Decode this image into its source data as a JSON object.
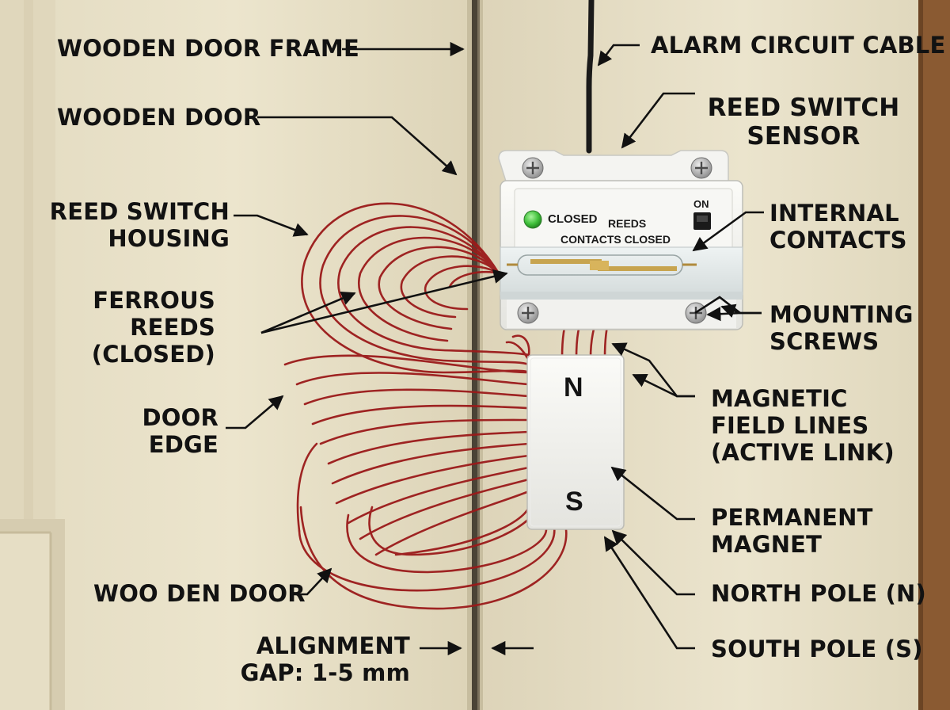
{
  "labels": {
    "door_frame": "WOODEN DOOR FRAME",
    "alarm_cable": "ALARM CIRCUIT CABLE",
    "door_top": "WOODEN DOOR",
    "sensor_line1": "REED SWITCH",
    "sensor_line2": "SENSOR",
    "housing_line1": "REED SWITCH",
    "housing_line2": "HOUSING",
    "internal_line1": "INTERNAL",
    "internal_line2": "CONTACTS",
    "reeds_line1": "FERROUS",
    "reeds_line2": "REEDS",
    "reeds_line3": "(CLOSED)",
    "screws_line1": "MOUNTING",
    "screws_line2": "SCREWS",
    "edge_line1": "DOOR",
    "edge_line2": "EDGE",
    "field_line1": "MAGNETIC",
    "field_line2": "FIELD LINES",
    "field_line3": "(ACTIVE LINK)",
    "magnet_line1": "PERMANENT",
    "magnet_line2": "MAGNET",
    "north": "NORTH POLE (N)",
    "south": "SOUTH POLE (S)",
    "door_bottom": "WOO DEN DOOR",
    "gap_line1": "ALIGNMENT",
    "gap_line2": "GAP: 1-5 mm"
  },
  "sensor_panel": {
    "status": "CLOSED",
    "reeds": "REEDS",
    "contacts": "CONTACTS CLOSED",
    "switch": "ON",
    "led_color": "#3fbf3a"
  },
  "magnet": {
    "north": "N",
    "south": "S"
  },
  "colors": {
    "wood": "#e9e1c8",
    "field_lines": "#9b1a1a",
    "text": "#121212"
  }
}
